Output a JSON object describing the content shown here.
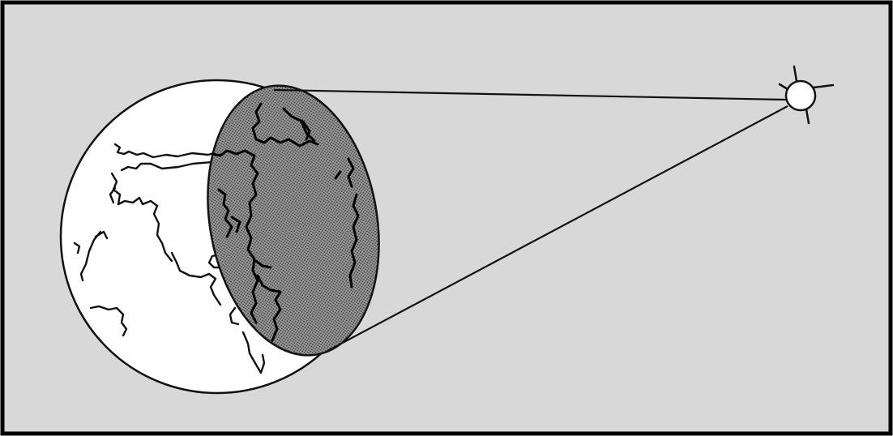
{
  "figure": {
    "panel_background": "#d8d8d8",
    "frame_color": "#000000",
    "ink_color": "#111111",
    "globe_fill": "#ffffff",
    "shaded_region_fill": "#8a8a8a",
    "elements": [
      "earth-globe",
      "visible-hemisphere-shaded-region",
      "sun-satellite-symbol",
      "line-of-sight-upper",
      "line-of-sight-lower"
    ]
  }
}
